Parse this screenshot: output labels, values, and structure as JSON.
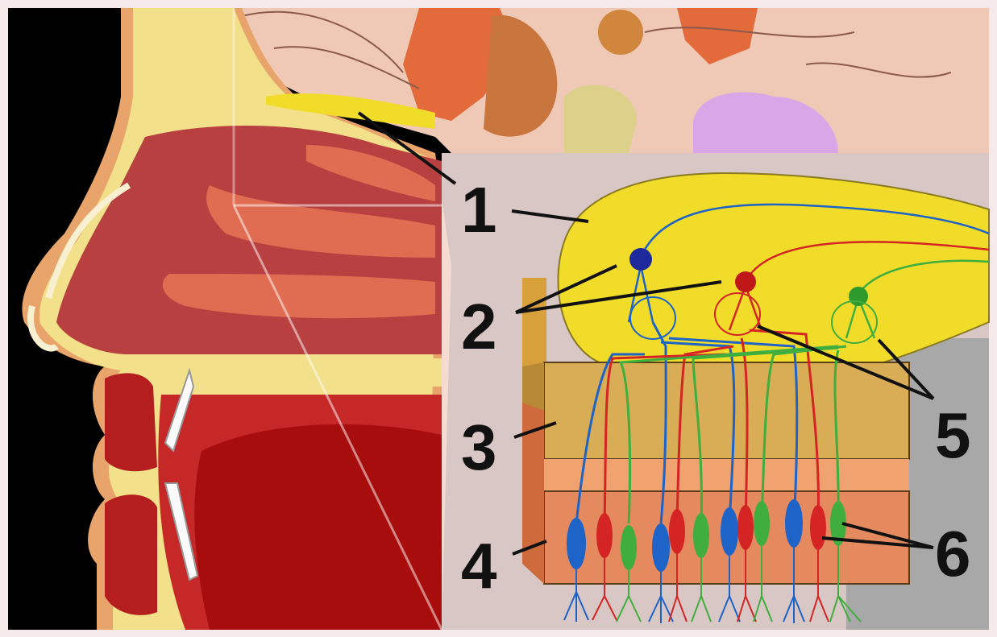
{
  "diagram": {
    "labels": [
      {
        "id": "1",
        "text": "1"
      },
      {
        "id": "2",
        "text": "2"
      },
      {
        "id": "3",
        "text": "3"
      },
      {
        "id": "4",
        "text": "4"
      },
      {
        "id": "5",
        "text": "5"
      },
      {
        "id": "6",
        "text": "6"
      }
    ]
  },
  "colors": {
    "background": "#000000",
    "border": "#f6e9ea",
    "bulb_yellow": "#f2dc2a",
    "bone_tan": "#d9ad55",
    "epithelium_orange": "#e58a5f",
    "nasal_cavity_red": "#b94040",
    "brain_pink": "#efc9b5",
    "receptor_blue": "#1e63c8",
    "receptor_red": "#d42424",
    "receptor_green": "#3fae3f",
    "panel_gray": "#a8a8a8"
  }
}
